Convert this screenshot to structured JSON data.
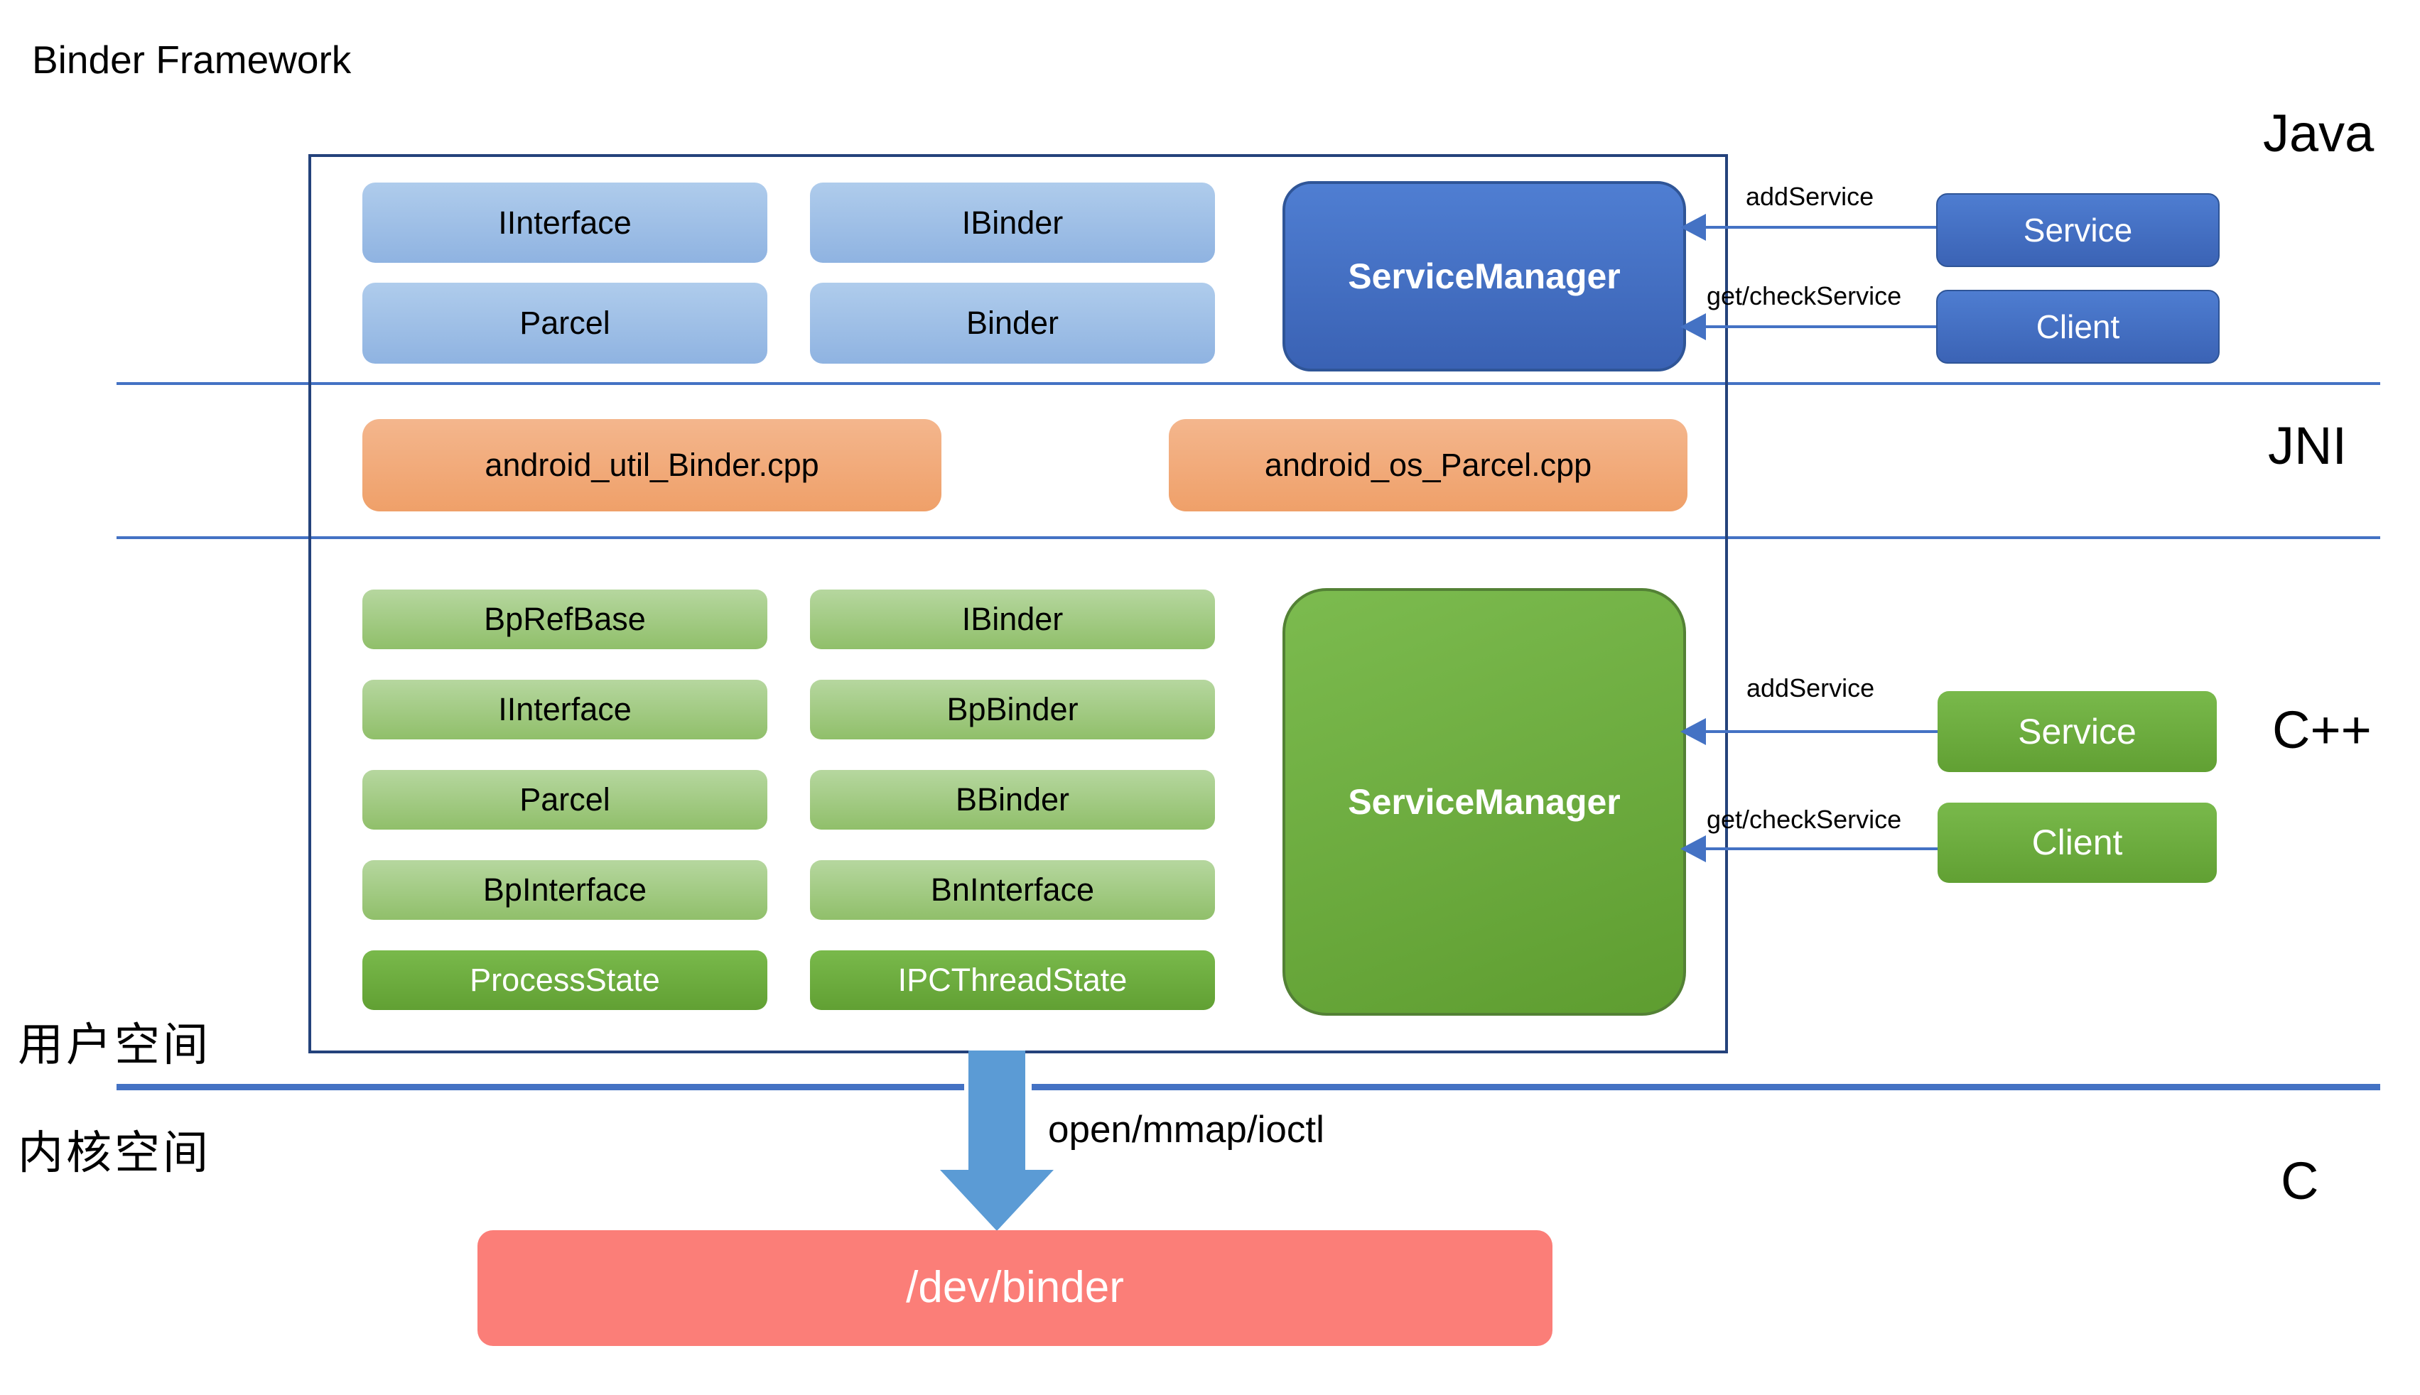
{
  "title": "Binder Framework",
  "side_labels": {
    "java": "Java",
    "jni": "JNI",
    "cpp": "C++",
    "c": "C"
  },
  "space_labels": {
    "user": "用户空间",
    "kernel": "内核空间"
  },
  "java_layer": {
    "classes": [
      "IInterface",
      "IBinder",
      "Parcel",
      "Binder"
    ],
    "service_manager": "ServiceManager",
    "service": "Service",
    "client": "Client",
    "add_service_label": "addService",
    "get_check_service_label": "get/checkService"
  },
  "jni_layer": {
    "files": [
      "android_util_Binder.cpp",
      "android_os_Parcel.cpp"
    ]
  },
  "cpp_layer": {
    "classes_left": [
      "BpRefBase",
      "IInterface",
      "Parcel",
      "BpInterface",
      "ProcessState"
    ],
    "classes_right": [
      "IBinder",
      "BpBinder",
      "BBinder",
      "BnInterface",
      "IPCThreadState"
    ],
    "service_manager": "ServiceManager",
    "service": "Service",
    "client": "Client",
    "add_service_label": "addService",
    "get_check_service_label": "get/checkService"
  },
  "kernel_layer": {
    "syscall_label": "open/mmap/ioctl",
    "device": "/dev/binder"
  },
  "colors": {
    "container_border": "#24427b",
    "divider_blue": "#4472c4",
    "big_arrow_blue": "#5b9bd5",
    "light_blue_box": "#9fc0e6",
    "dark_blue_box": "#4472c4",
    "orange_box": "#f1ab7b",
    "light_green_box": "#a3cb84",
    "dark_green_box": "#6cac3f",
    "red_box": "#fb7e78"
  }
}
